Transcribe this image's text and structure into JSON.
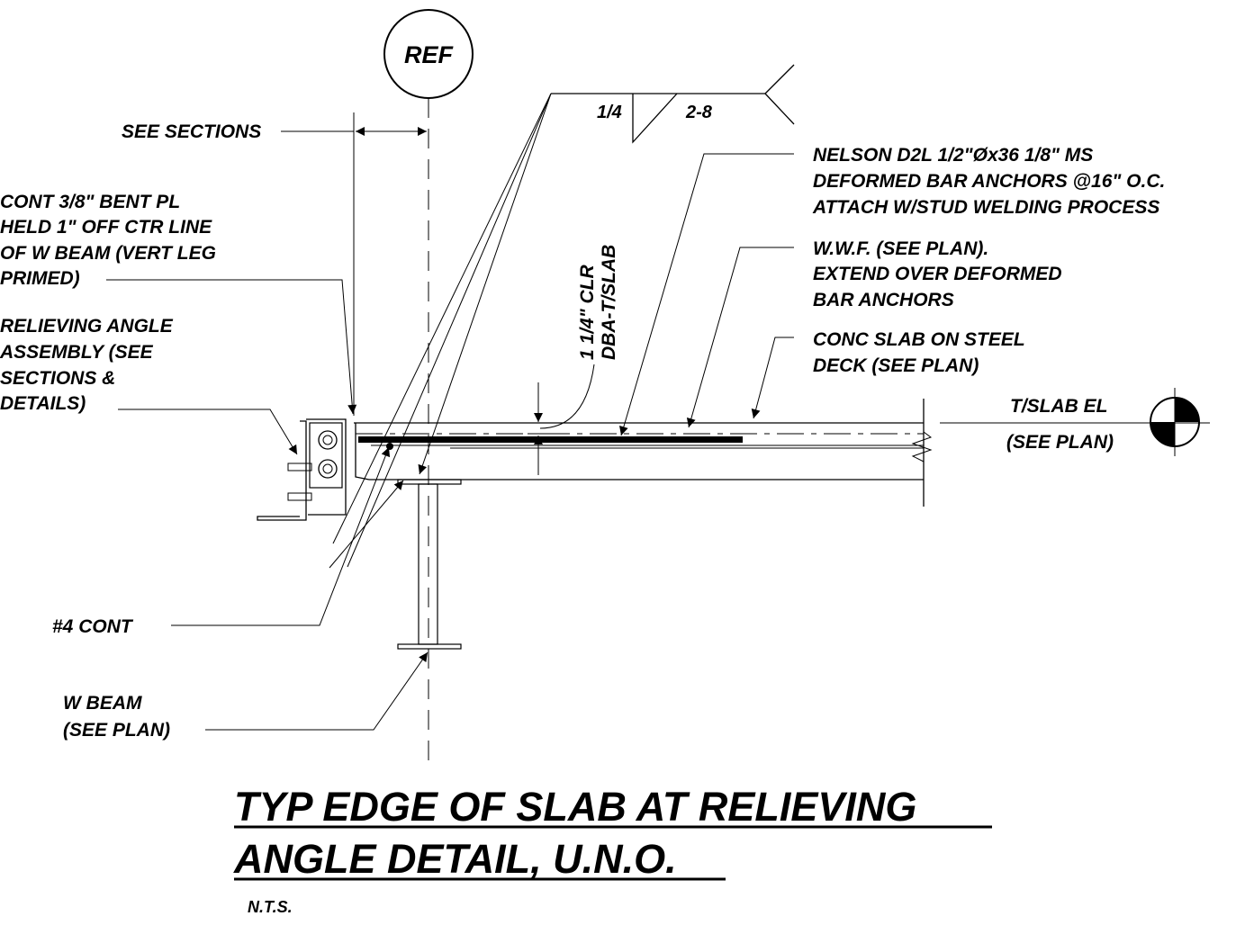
{
  "reference": {
    "bubble": "REF"
  },
  "weld": {
    "size": "1/4",
    "length_pitch": "2-8"
  },
  "labels": {
    "see_sections": "SEE SECTIONS",
    "bent_plate": [
      "CONT 3/8\" BENT PL",
      "HELD 1\" OFF CTR LINE",
      "OF W BEAM (VERT LEG",
      "PRIMED)"
    ],
    "relieving_angle": [
      "RELIEVING ANGLE",
      "ASSEMBLY (SEE",
      "SECTIONS &",
      "DETAILS)"
    ],
    "nelson": [
      "NELSON D2L 1/2\"Øx36 1/8\" MS",
      "DEFORMED BAR ANCHORS @16\" O.C.",
      "ATTACH W/STUD WELDING PROCESS"
    ],
    "wwf": [
      "W.W.F. (SEE PLAN).",
      "EXTEND OVER DEFORMED",
      "BAR ANCHORS"
    ],
    "conc_slab": [
      "CONC SLAB ON STEEL",
      "DECK (SEE PLAN)"
    ],
    "clearance": [
      "1 1/4\" CLR",
      "DBA-T/SLAB"
    ],
    "slab_elevation": [
      "T/SLAB EL",
      "(SEE PLAN)"
    ],
    "rebar": "#4 CONT",
    "w_beam": [
      "W BEAM",
      "(SEE PLAN)"
    ]
  },
  "title": {
    "line1": "TYP EDGE OF SLAB AT RELIEVING",
    "line2": "ANGLE DETAIL, U.N.O.",
    "scale": "N.T.S."
  }
}
